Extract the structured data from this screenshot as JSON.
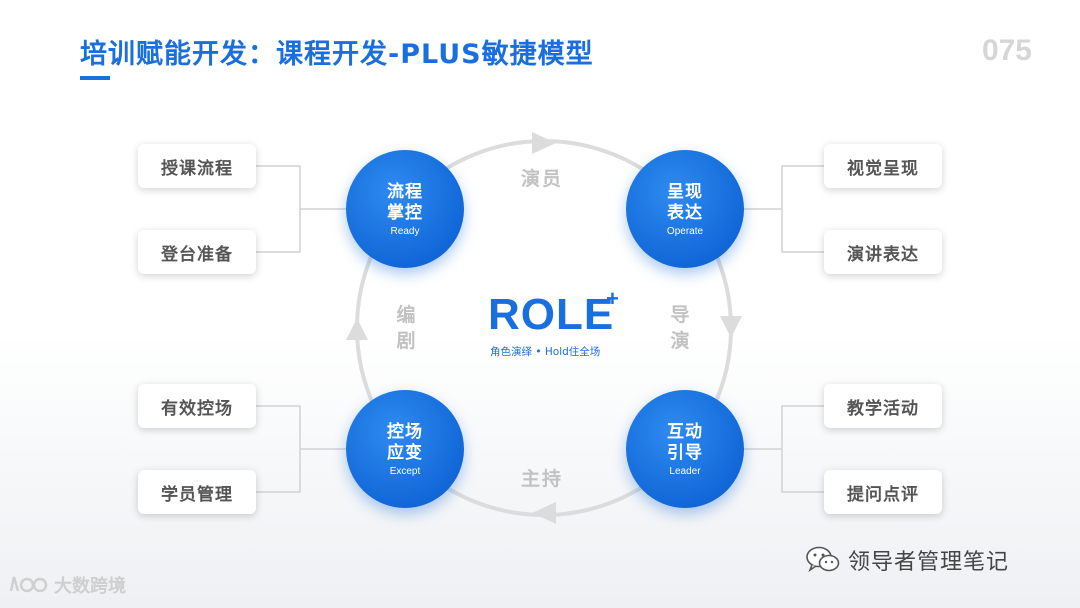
{
  "slide": {
    "title": "培训赋能开发：课程开发-PLUS敏捷模型",
    "page_number": "075"
  },
  "center": {
    "main": "ROLE",
    "sup": "+",
    "subtitle": "角色演绎 • Hold住全场"
  },
  "circles": [
    {
      "line1": "流程",
      "line2": "掌控",
      "en": "Ready"
    },
    {
      "line1": "呈现",
      "line2": "表达",
      "en": "Operate"
    },
    {
      "line1": "控场",
      "line2": "应变",
      "en": "Except"
    },
    {
      "line1": "互动",
      "line2": "引导",
      "en": "Leader"
    }
  ],
  "ring_labels": {
    "top": "演员",
    "right": "导演",
    "bottom": "主持",
    "left": "编剧"
  },
  "boxes": {
    "top_left": [
      "授课流程",
      "登台准备"
    ],
    "top_right": [
      "视觉呈现",
      "演讲表达"
    ],
    "bottom_left": [
      "有效控场",
      "学员管理"
    ],
    "bottom_right": [
      "教学活动",
      "提问点评"
    ]
  },
  "watermarks": {
    "right": "领导者管理笔记",
    "left": "大数跨境"
  },
  "colors": {
    "accent": "#1a6fde",
    "circle": "#1268d8",
    "ring": "#dcdcdc"
  }
}
